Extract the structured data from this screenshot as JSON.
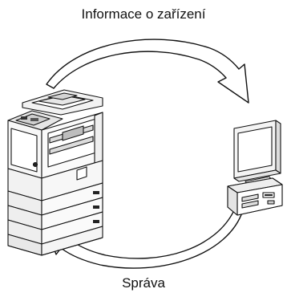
{
  "diagram": {
    "top_label": "Informace o zařízení",
    "bottom_label": "Správa",
    "nodes": [
      {
        "id": "copier",
        "icon": "multifunction-printer-icon"
      },
      {
        "id": "computer",
        "icon": "desktop-computer-icon"
      }
    ],
    "edges": [
      {
        "from": "copier",
        "to": "computer",
        "label_ref": "top_label"
      },
      {
        "from": "computer",
        "to": "copier",
        "label_ref": "bottom_label"
      }
    ]
  }
}
